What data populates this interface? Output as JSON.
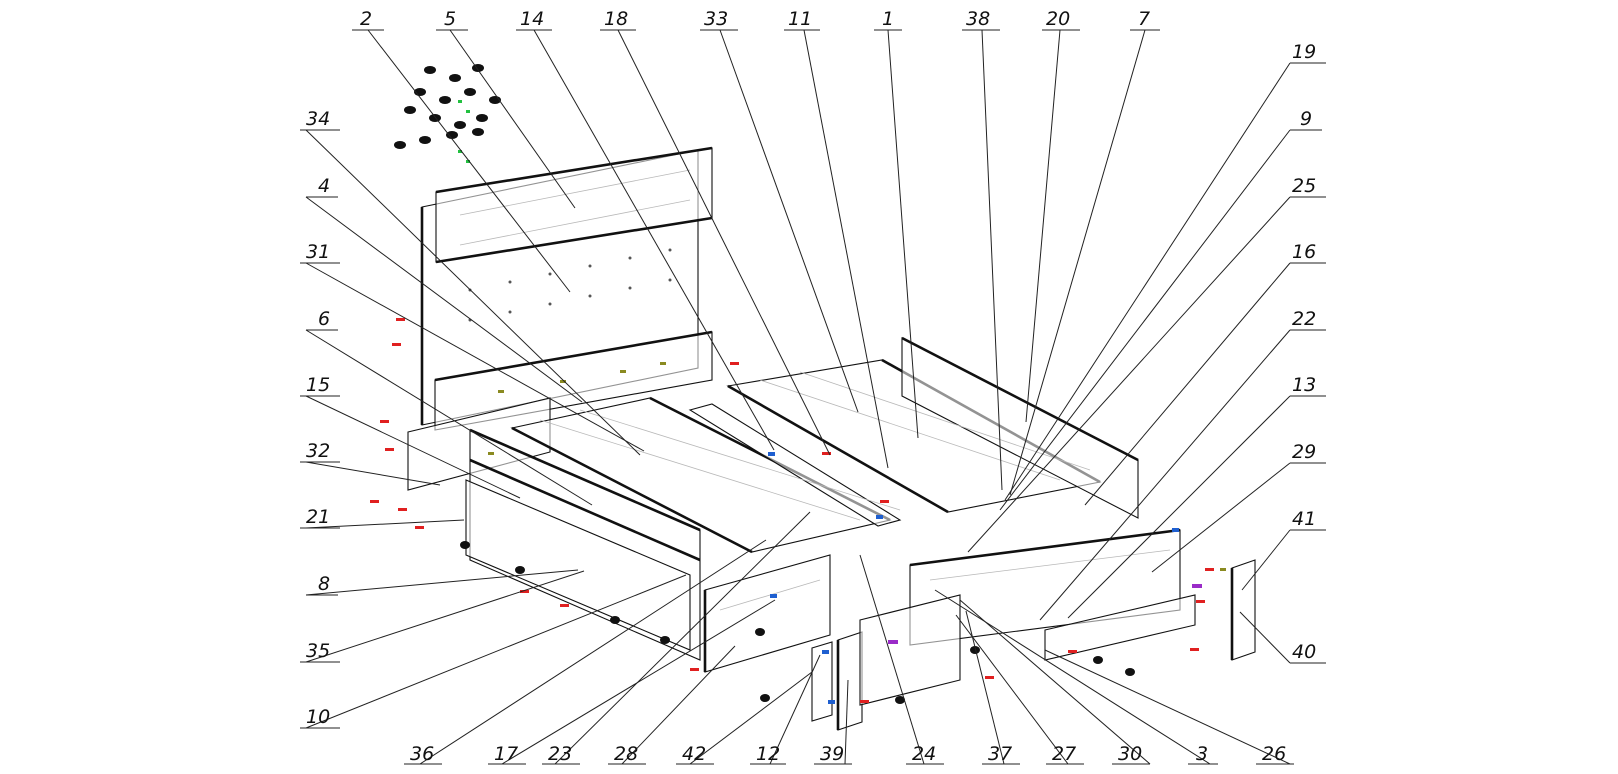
{
  "callouts": [
    {
      "id": "c2",
      "label": "2"
    },
    {
      "id": "c5",
      "label": "5"
    },
    {
      "id": "c14",
      "label": "14"
    },
    {
      "id": "c18",
      "label": "18"
    },
    {
      "id": "c33",
      "label": "33"
    },
    {
      "id": "c11",
      "label": "11"
    },
    {
      "id": "c1",
      "label": "1"
    },
    {
      "id": "c38",
      "label": "38"
    },
    {
      "id": "c20",
      "label": "20"
    },
    {
      "id": "c7",
      "label": "7"
    },
    {
      "id": "c19",
      "label": "19"
    },
    {
      "id": "c9",
      "label": "9"
    },
    {
      "id": "c25",
      "label": "25"
    },
    {
      "id": "c16",
      "label": "16"
    },
    {
      "id": "c22",
      "label": "22"
    },
    {
      "id": "c13",
      "label": "13"
    },
    {
      "id": "c29",
      "label": "29"
    },
    {
      "id": "c41",
      "label": "41"
    },
    {
      "id": "c40",
      "label": "40"
    },
    {
      "id": "c34",
      "label": "34"
    },
    {
      "id": "c4",
      "label": "4"
    },
    {
      "id": "c31",
      "label": "31"
    },
    {
      "id": "c6",
      "label": "6"
    },
    {
      "id": "c15",
      "label": "15"
    },
    {
      "id": "c32",
      "label": "32"
    },
    {
      "id": "c21",
      "label": "21"
    },
    {
      "id": "c8",
      "label": "8"
    },
    {
      "id": "c35",
      "label": "35"
    },
    {
      "id": "c10",
      "label": "10"
    },
    {
      "id": "c36",
      "label": "36"
    },
    {
      "id": "c17",
      "label": "17"
    },
    {
      "id": "c23",
      "label": "23"
    },
    {
      "id": "c28",
      "label": "28"
    },
    {
      "id": "c42",
      "label": "42"
    },
    {
      "id": "c12",
      "label": "12"
    },
    {
      "id": "c39",
      "label": "39"
    },
    {
      "id": "c24",
      "label": "24"
    },
    {
      "id": "c37",
      "label": "37"
    },
    {
      "id": "c27",
      "label": "27"
    },
    {
      "id": "c30",
      "label": "30"
    },
    {
      "id": "c3",
      "label": "3"
    },
    {
      "id": "c26",
      "label": "26"
    }
  ],
  "colors": {
    "line": "#111111",
    "construction": "#b8b8b8",
    "fastener_red": "#e02020",
    "fastener_blue": "#1e5fd0",
    "fastener_olive": "#8a8a20",
    "fastener_green": "#22c040",
    "fastener_purple": "#9a2bc8",
    "fastener_black": "#111111"
  }
}
